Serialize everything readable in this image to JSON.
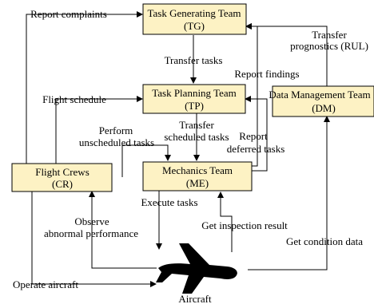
{
  "nodes": {
    "tg": {
      "name": "Task Generating Team",
      "abbr": "(TG)"
    },
    "tp": {
      "name": "Task Planning Team",
      "abbr": "(TP)"
    },
    "dm": {
      "name": "Data Management Team",
      "abbr": "(DM)"
    },
    "cr": {
      "name": "Flight Crews",
      "abbr": "(CR)"
    },
    "me": {
      "name": "Mechanics Team",
      "abbr": "(ME)"
    },
    "aircraft": {
      "name": "Aircraft"
    }
  },
  "edges": {
    "report_complaints": "Report complaints",
    "transfer_tasks": "Transfer tasks",
    "report_findings": "Report findings",
    "transfer_prognostics_1": "Transfer",
    "transfer_prognostics_2": "prognostics (RUL)",
    "flight_schedule": "Flight schedule",
    "perform_unscheduled_1": "Perform",
    "perform_unscheduled_2": "unscheduled tasks",
    "transfer_scheduled_1": "Transfer",
    "transfer_scheduled_2": "scheduled tasks",
    "report_deferred_1": "Report",
    "report_deferred_2": "deferred tasks",
    "execute_tasks": "Execute tasks",
    "observe_1": "Observe",
    "observe_2": "abnormal performance",
    "get_inspection": "Get inspection result",
    "get_condition": "Get condition data",
    "operate_aircraft": "Operate aircraft"
  },
  "colors": {
    "box_fill": "#fdf2c4",
    "line": "#000000"
  }
}
